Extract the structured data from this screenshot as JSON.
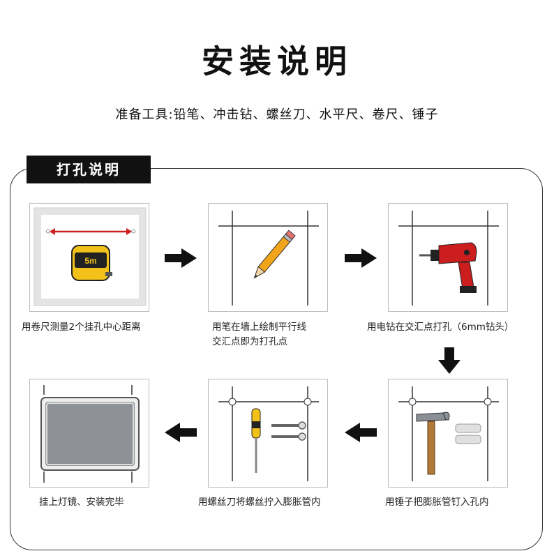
{
  "title": "安装说明",
  "tools": "准备工具:铅笔、冲击钻、螺丝刀、水平尺、卷尺、锤子",
  "section_label": "打孔说明",
  "tape_label": "5m",
  "steps": [
    {
      "caption": "用卷尺测量2个挂孔中心距离",
      "icon": "tape-measure-icon"
    },
    {
      "caption_line1": "用笔在墙上绘制平行线",
      "caption_line2": "交汇点即为打孔点",
      "icon": "pencil-icon"
    },
    {
      "caption": "用电钻在交汇点打孔（6mm钻头）",
      "icon": "drill-icon"
    },
    {
      "caption": "用锤子把膨胀管钉入孔内",
      "icon": "hammer-icon"
    },
    {
      "caption": "用螺丝刀将螺丝拧入膨胀管内",
      "icon": "screwdriver-icon"
    },
    {
      "caption": "挂上灯镜、安装完毕",
      "icon": "mirror-icon"
    }
  ],
  "colors": {
    "accent": "#cc1e1e",
    "tape_yellow": "#f2c21b",
    "frame": "#333333",
    "dark": "#111111"
  }
}
